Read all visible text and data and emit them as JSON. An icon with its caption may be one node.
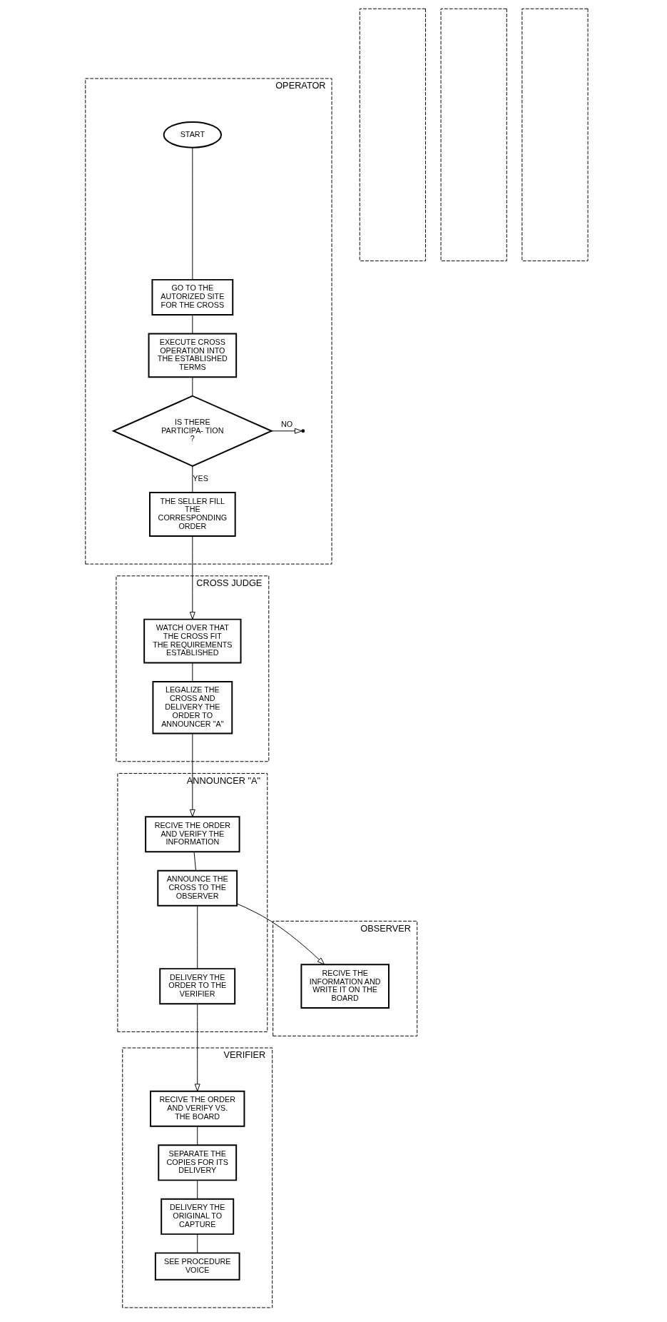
{
  "diagram": {
    "nodes": [
      {
        "text": [],
        "shape": "band"
      },
      {
        "text": [],
        "shape": "band"
      },
      {
        "text": [],
        "shape": "band"
      },
      {
        "text": [
          "VERIFIER"
        ]
      },
      {
        "text": [
          "RECIVE THE ORDER AND VERIFY VS. THE BOARD"
        ],
        "in": 3
      },
      {
        "text": [
          "SEPARATE THE COPIES FOR ITS DELIVERY"
        ],
        "in": 3
      },
      {
        "text": [
          "DELIVERY THE ORIGINAL TO CAPTURE"
        ],
        "in": 3
      },
      {
        "text": [
          "SEE PROCEDURE VOICE"
        ],
        "in": 3
      },
      {
        "text": [
          "OBSERVER"
        ]
      },
      {
        "text": [
          "RECIVE THE INFORMATION AND WRITE IT ON THE BOARD"
        ],
        "in": 8
      },
      {
        "text": [
          "ANNOUNCER \"A\""
        ]
      },
      {
        "text": [
          "RECIVE THE ORDER AND VERIFY THE INFORMATION"
        ],
        "in": 10
      },
      {
        "text": [
          "ANNOUNCE THE CROSS TO THE OBSERVER"
        ],
        "in": 10
      },
      {
        "text": [
          "DELIVERY THE ORDER TO THE VERIFIER"
        ],
        "in": 10
      },
      {
        "text": [
          "CROSS JUDGE"
        ]
      },
      {
        "text": [
          "WATCH OVER THAT THE CROSS FIT THE REQUIREMENTS ESTABLISHED"
        ],
        "in": 14
      },
      {
        "text": [
          "LEGALIZE THE CROSS AND DELIVERY THE ORDER TO ANNOUNCER \"A\""
        ],
        "in": 14
      },
      {
        "text": [
          "OPERATOR"
        ]
      },
      {
        "text": [
          "START"
        ],
        "in": 17
      },
      {
        "text": [
          "GO TO THE AUTORIZED SITE FOR THE CROSS"
        ],
        "in": 17
      },
      {
        "text": [
          "EXECUTE CROSS OPERATION INTO THE ESTABLISHED TERMS"
        ],
        "in": 17
      },
      {
        "text": [
          "IS THERE PARTICIPA- TION ?"
        ],
        "in": 17
      },
      {
        "text": [
          "THE SELLER FILL THE CORRESPONDING ORDER"
        ],
        "in": 17
      }
    ],
    "edges": [
      {
        "from": 18,
        "to": 19,
        "arrow": "none"
      },
      {
        "from": 19,
        "to": 20,
        "arrow": "none"
      },
      {
        "from": 20,
        "to": 21,
        "arrow": "none"
      },
      {
        "from": 21,
        "to": 22,
        "arrow": "none",
        "label": "YES"
      },
      {
        "from": 21,
        "to": null,
        "arrow": "to",
        "label": "NO"
      },
      {
        "from": 22,
        "to": 15,
        "arrow": "to"
      },
      {
        "from": 15,
        "to": 16,
        "arrow": "none"
      },
      {
        "from": 16,
        "to": 11,
        "arrow": "to"
      },
      {
        "from": 11,
        "to": 12,
        "arrow": "none"
      },
      {
        "from": 12,
        "to": 9,
        "arrow": "to"
      },
      {
        "from": 12,
        "to": 13,
        "arrow": "none"
      },
      {
        "from": 13,
        "to": 4,
        "arrow": "to"
      },
      {
        "from": 4,
        "to": 5,
        "arrow": "none"
      },
      {
        "from": 5,
        "to": 6,
        "arrow": "none"
      },
      {
        "from": 6,
        "to": 7,
        "arrow": "none"
      }
    ]
  }
}
